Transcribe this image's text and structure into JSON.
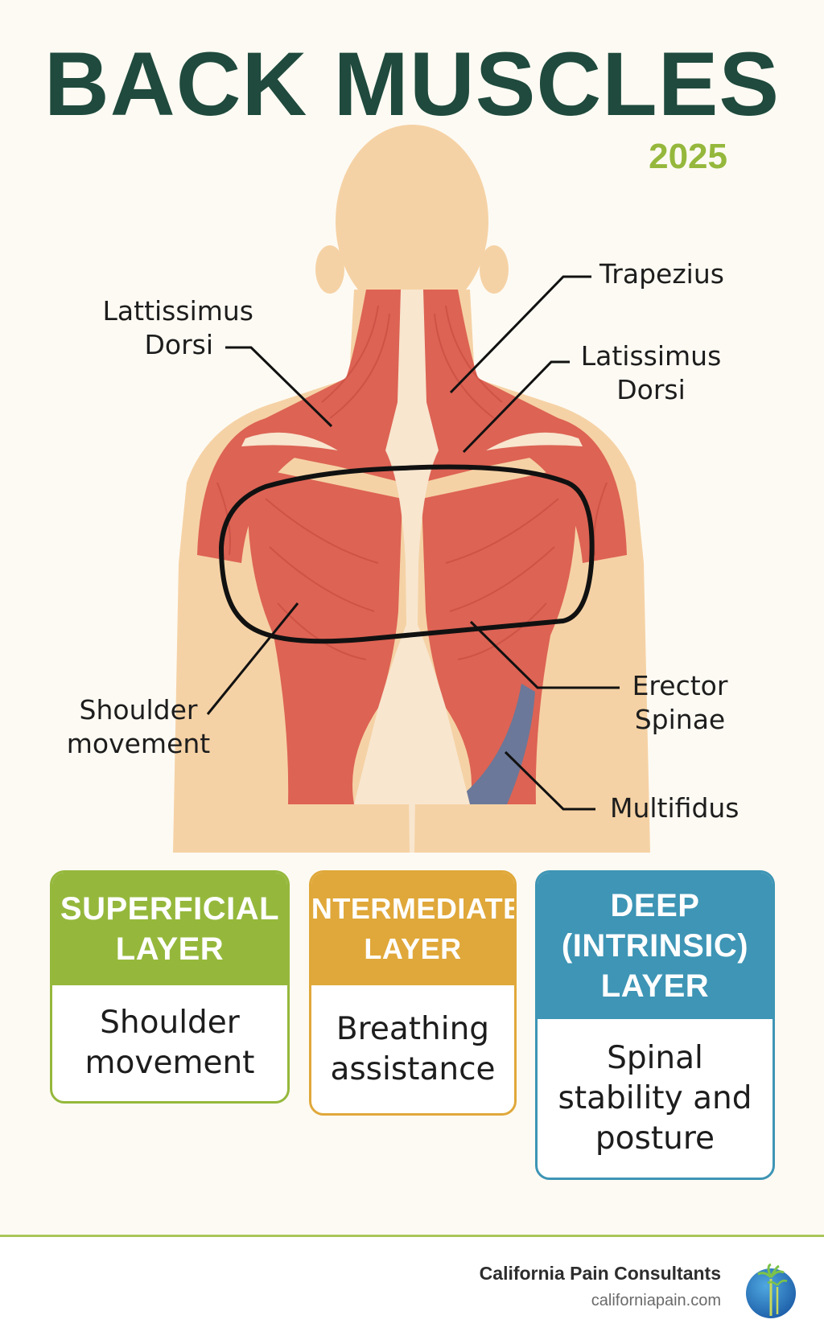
{
  "title": "BACK MUSCLES",
  "year": "2025",
  "labels": {
    "trapezius": "Trapezius",
    "latissimus_right_line1": "Latissimus",
    "latissimus_right_line2": "Dorsi",
    "lattissimus_left_line1": "Lattissimus",
    "lattissimus_left_line2": "Dorsi",
    "shoulder_line1": "Shoulder",
    "shoulder_line2": "movement",
    "erector_line1": "Erector",
    "erector_line2": "Spinae",
    "multifidus": "Multifidus"
  },
  "layers": [
    {
      "title_line1": "SUPERFICIAL",
      "title_line2": "LAYER",
      "desc_line1": "Shoulder",
      "desc_line2": "movement",
      "color": "#95b83c"
    },
    {
      "title_line1": "INTERMEDIATE",
      "title_line2": "LAYER",
      "desc_line1": "Breathing",
      "desc_line2": "assistance",
      "color": "#e0a83a"
    },
    {
      "title_line1": "DEEP",
      "title_line2": "(INTRINSIC)",
      "title_line3": "LAYER",
      "desc_line1": "Spinal",
      "desc_line2": "stability and",
      "desc_line3": "posture",
      "color": "#3e95b5"
    }
  ],
  "footer": {
    "company": "California Pain Consultants",
    "website": "californiapain.com"
  },
  "colors": {
    "title": "#1f4a3d",
    "year": "#95b83c",
    "skin": "#f5d2a5",
    "muscle": "#dd6354",
    "tendon": "#f8e6cf",
    "deep_muscle": "#6b7899"
  }
}
